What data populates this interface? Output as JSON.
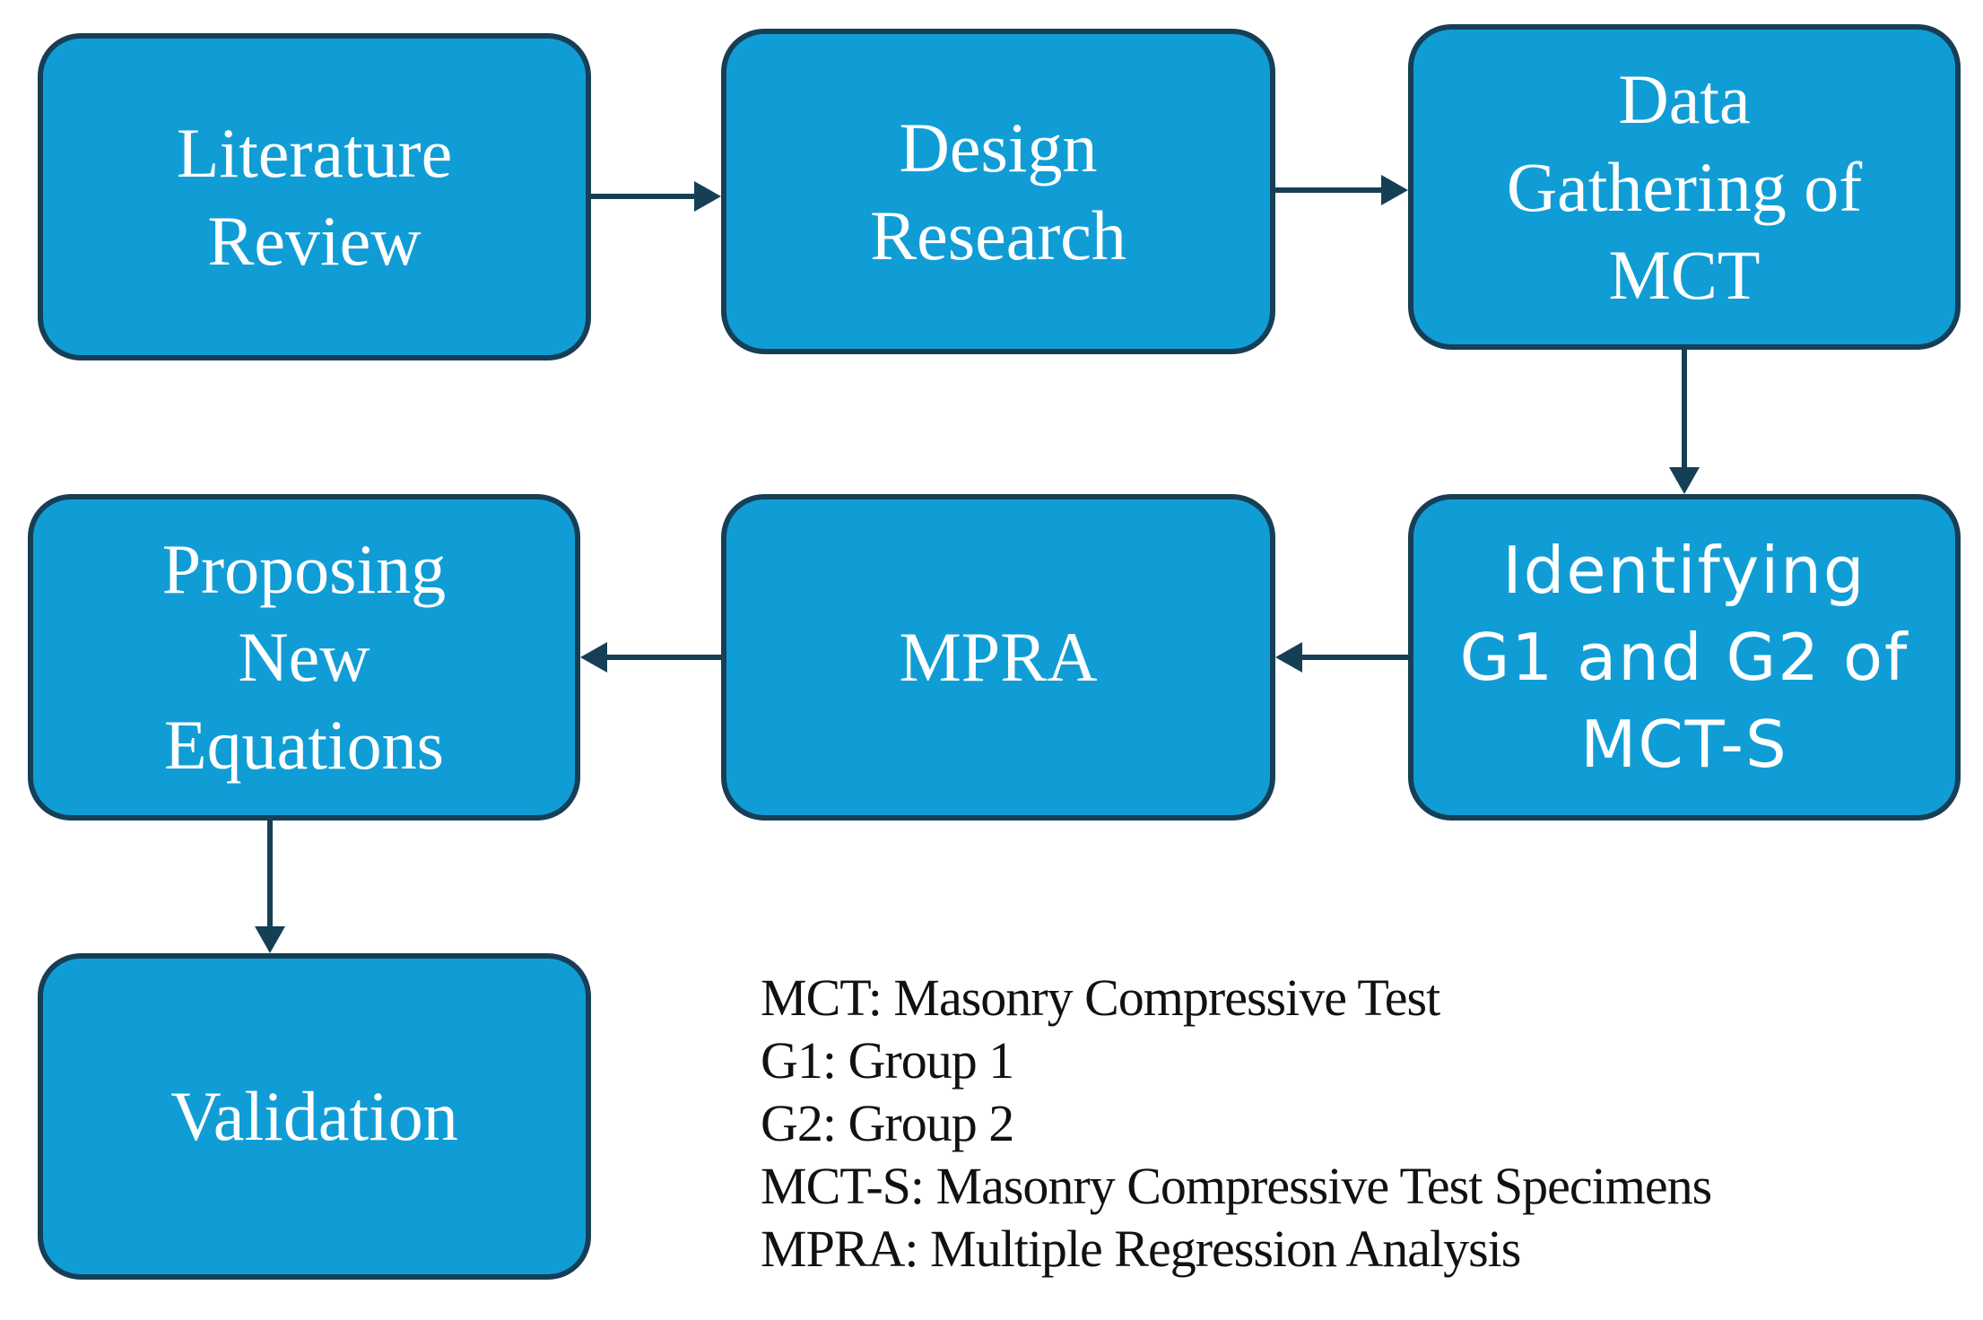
{
  "nodes": {
    "literature": "Literature\nReview",
    "design": "Design\nResearch",
    "data": "Data\nGathering of\nMCT",
    "identify": "Identifying\nG1 and G2 of\nMCT-S",
    "mpra": "MPRA",
    "proposing": "Proposing\nNew\nEquations",
    "validation": "Validation"
  },
  "legend": [
    "MCT: Masonry Compressive Test",
    "G1: Group 1",
    "G2: Group 2",
    "MCT-S: Masonry Compressive Test Specimens",
    "MPRA: Multiple Regression Analysis"
  ],
  "colors": {
    "node_fill": "#109dd6",
    "node_border": "#163f56",
    "node_text": "#ffffff",
    "arrow": "#163f56",
    "legend_text": "#111111"
  }
}
